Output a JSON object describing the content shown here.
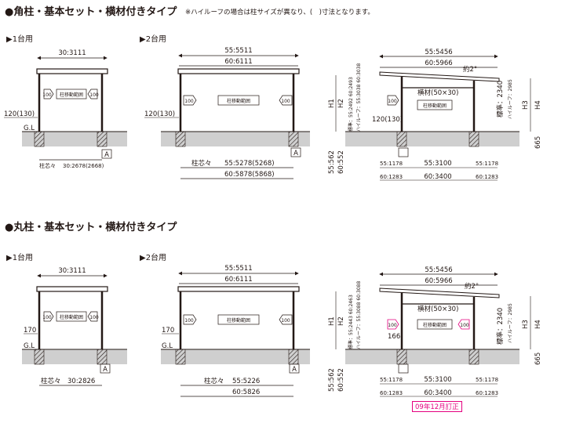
{
  "sections": [
    {
      "title": "●角柱・基本セット・横材付きタイプ",
      "note": "※ハイルーフの場合は柱サイズが異なり、(　)寸法となります。",
      "single_label": "▶1台用",
      "double_label": "▶2台用",
      "single": {
        "width": "30:3111",
        "post_height": "120(130)",
        "gl": "G.L",
        "a_mark": "A",
        "post_pitch_label": "柱芯々",
        "post_pitch": "30:2678(2668)",
        "badge": "100",
        "range": "柱移動範囲"
      },
      "double": {
        "width_55": "55:5511",
        "width_60": "60:6111",
        "post_height": "120(130)",
        "a_mark": "A",
        "post_pitch_label": "柱芯々",
        "pitch_55": "55:5278(5268)",
        "pitch_60": "60:5878(5868)",
        "badge": "100",
        "range": "柱移動範囲"
      },
      "side": {
        "width_55": "55:5456",
        "width_60": "60:5966",
        "slope": "約2°",
        "crossbar": "横材(50×30)",
        "post_height": "120(130)",
        "range": "柱移動範囲",
        "badge": "100",
        "h1": "H1",
        "h2": "H2",
        "h3": "H3",
        "h4": "H4",
        "h2_standard": "標準：55:2492 60:2493",
        "h2_highroof": "ハイルーフ：55:3038 60:3038",
        "h3_standard": "標準：2340",
        "h3_highroof": "ハイルーフ：2985",
        "depth_55": "55:562",
        "depth_60": "60:552",
        "offset_55": "55:1178",
        "offset_60": "60:1283",
        "center_55": "55:3100",
        "center_60": "60:3400",
        "right_55": "55:1178",
        "right_60": "60:1283",
        "base_height": "665"
      }
    },
    {
      "title": "●丸柱・基本セット・横材付きタイプ",
      "single_label": "▶1台用",
      "double_label": "▶2台用",
      "single": {
        "width": "30:3111",
        "post_height": "170",
        "gl": "G.L",
        "a_mark": "A",
        "post_pitch_label": "柱芯々",
        "post_pitch": "30:2826",
        "badge": "100",
        "range": "柱移動範囲"
      },
      "double": {
        "width_55": "55:5511",
        "width_60": "60:6111",
        "post_height": "170",
        "gl": "G.L",
        "a_mark": "A",
        "post_pitch_label": "柱芯々",
        "pitch_55": "55:5226",
        "pitch_60": "60:5826",
        "badge": "100",
        "range": "柱移動範囲"
      },
      "side": {
        "width_55": "55:5456",
        "width_60": "60:5966",
        "slope": "約2°",
        "crossbar": "横材(50×30)",
        "post_height": "166",
        "range": "柱移動範囲",
        "badge": "100",
        "h1": "H1",
        "h2": "H2",
        "h3": "H3",
        "h4": "H4",
        "h2_standard": "標準：55:2443 60:2463",
        "h2_highroof": "ハイルーフ：55:3088 60:3088",
        "h3_standard": "標準：2340",
        "h3_highroof": "ハイルーフ：2985",
        "depth_55": "55:562",
        "depth_60": "60:552",
        "offset_55": "55:1178",
        "offset_60": "60:1283",
        "center_55": "55:3100",
        "center_60": "60:3400",
        "right_55": "55:1178",
        "right_60": "60:1283",
        "base_height": "665"
      },
      "stamp": "09年12月訂正"
    }
  ],
  "colors": {
    "ground": "#cfcfcf",
    "line": "#231815",
    "stamp": "#e4007f"
  }
}
